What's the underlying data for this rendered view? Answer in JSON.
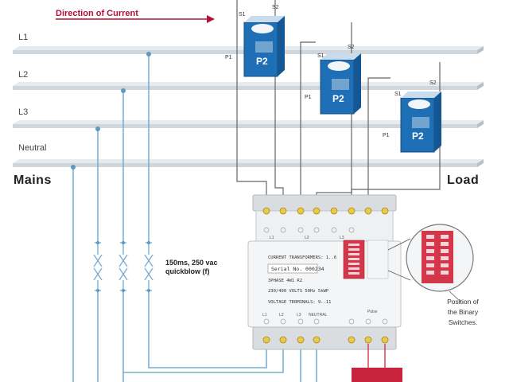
{
  "arrow_label": "Direction of Current",
  "lines": {
    "l1": "L1",
    "l2": "L2",
    "l3": "L3",
    "neutral": "Neutral"
  },
  "mains_label": "Mains",
  "load_label": "Load",
  "fuse_label": [
    "150ms, 250 vac",
    "quickblow (f)"
  ],
  "switch_note": [
    "Position of",
    "the Binary",
    "Switches."
  ],
  "ct_labels": {
    "s1": "S1",
    "s2": "S2",
    "p1": "P1",
    "p2": "P2"
  },
  "meter": {
    "ct_heading": "CURRENT TRANSFORMERS: 1..6",
    "serial": "Serial No. 000234",
    "phase": "3PHASE 4W1 R2",
    "rating": "230/400 VOLTS 50Hz 5kWP",
    "voltage_terminals": "VOLTAGE TERMINALS: 9..11",
    "top_terminals": [
      "L1",
      "L2",
      "L3"
    ],
    "bottom_terminals": [
      "L1",
      "L2",
      "L3",
      "NEUTRAL"
    ],
    "pulse_label": "Pulse"
  },
  "colors": {
    "rail": "#c9d0d6",
    "wire": "#7ab0d0",
    "ct_wire": "#666666",
    "ct_blue": "#1e6fb5",
    "arrow": "#b0123a",
    "switch_red": "#d4364a"
  }
}
